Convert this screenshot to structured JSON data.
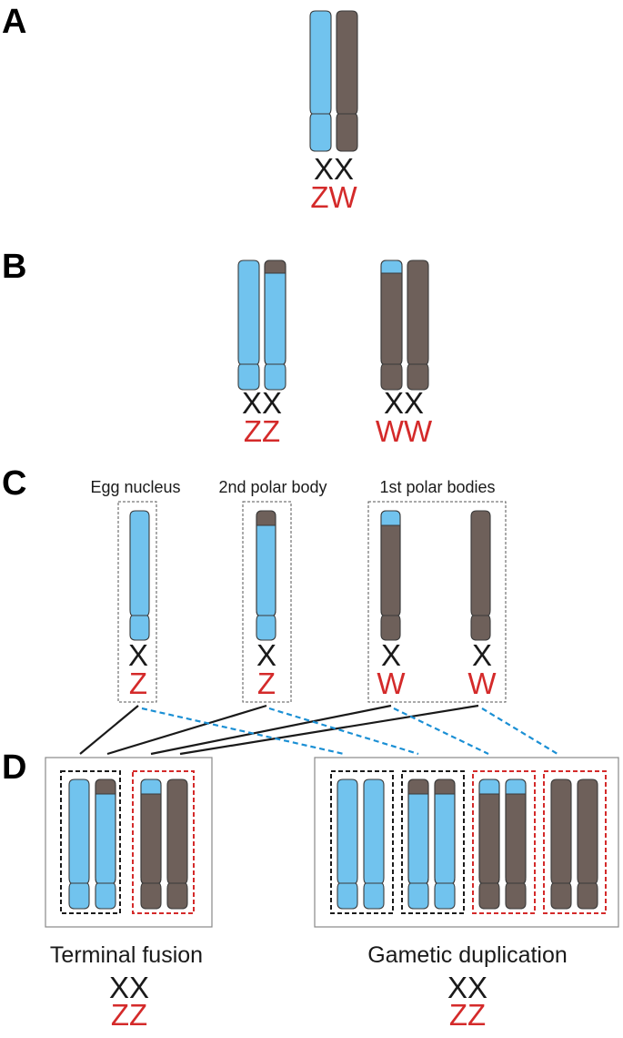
{
  "colors": {
    "light_chromatin": "#71c3ee",
    "dark_chromatin": "#6e605a",
    "outline": "#3a3a3a",
    "red": "#d42a2a",
    "black": "#1a1a1a",
    "dash_blue": "#1a8fd4",
    "box_gray": "#888888"
  },
  "panels": {
    "A": {
      "letter": "A",
      "sex_chrom_top": "XX",
      "sex_chrom_bottom": "ZW"
    },
    "B": {
      "letter": "B",
      "left": {
        "top": "XX",
        "bottom": "ZZ"
      },
      "right": {
        "top": "XX",
        "bottom": "WW"
      }
    },
    "C": {
      "letter": "C",
      "egg_nucleus": {
        "label": "Egg nucleus",
        "top": "X",
        "bottom": "Z"
      },
      "second_polar_body": {
        "label": "2nd polar body",
        "top": "X",
        "bottom": "Z"
      },
      "first_polar_bodies": {
        "label": "1st polar bodies",
        "left_top": "X",
        "left_bottom": "W",
        "right_top": "X",
        "right_bottom": "W"
      }
    },
    "D": {
      "letter": "D",
      "terminal_fusion": {
        "label": "Terminal fusion",
        "top": "XX",
        "bottom": "ZZ"
      },
      "gametic_duplication": {
        "label": "Gametic duplication",
        "top": "XX",
        "bottom": "ZZ"
      }
    }
  }
}
